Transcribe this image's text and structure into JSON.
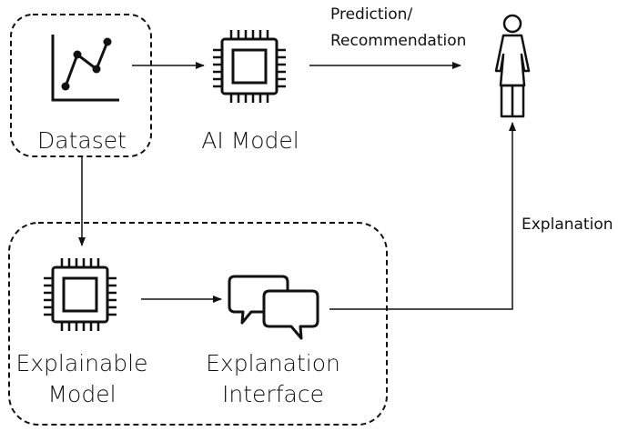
{
  "nodes": {
    "dataset": {
      "label": "Dataset",
      "icon": "line-chart-icon"
    },
    "ai_model": {
      "label": "AI Model",
      "icon": "cpu-chip-icon"
    },
    "explainable_model": {
      "label_line1": "Explainable",
      "label_line2": "Model",
      "icon": "cpu-chip-icon"
    },
    "explanation_interface": {
      "label_line1": "Explanation",
      "label_line2": "Interface",
      "icon": "speech-bubbles-icon"
    },
    "user": {
      "icon": "person-icon"
    }
  },
  "edges": {
    "prediction": {
      "label_line1": "Prediction/",
      "label_line2": "Recommendation"
    },
    "explanation": {
      "label": "Explanation"
    }
  },
  "style": {
    "stroke": "#111111",
    "background": "#ffffff"
  }
}
